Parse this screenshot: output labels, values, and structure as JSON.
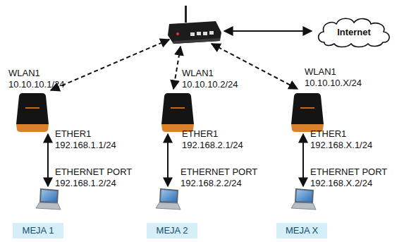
{
  "diagram": {
    "nodes": [
      {
        "text": [
          "Internet"
        ]
      },
      {
        "text": [
          "WLAN1 10.10.10.1/24",
          "ETHER1 192.168.1.1/24"
        ]
      },
      {
        "text": [
          "WLAN1 10.10.10.2/24",
          "ETHER1 192.168.2.1/24"
        ]
      },
      {
        "text": [
          "WLAN1 10.10.10.X/24",
          "ETHER1 192.168.X.1/24"
        ]
      },
      {
        "text": [
          "ETHERNET PORT 192.168.1.2/24",
          "MEJA 1"
        ]
      },
      {
        "text": [
          "ETHERNET PORT 192.168.2.2/24",
          "MEJA 2"
        ]
      },
      {
        "text": [
          "ETHERNET PORT 192.168.X.2/24",
          "MEJA X"
        ]
      }
    ],
    "edges": [
      {
        "from": 1,
        "to": 4,
        "arrow": "both"
      },
      {
        "from": 2,
        "to": 5,
        "arrow": "both"
      },
      {
        "from": 3,
        "to": 6,
        "arrow": "both"
      }
    ]
  }
}
